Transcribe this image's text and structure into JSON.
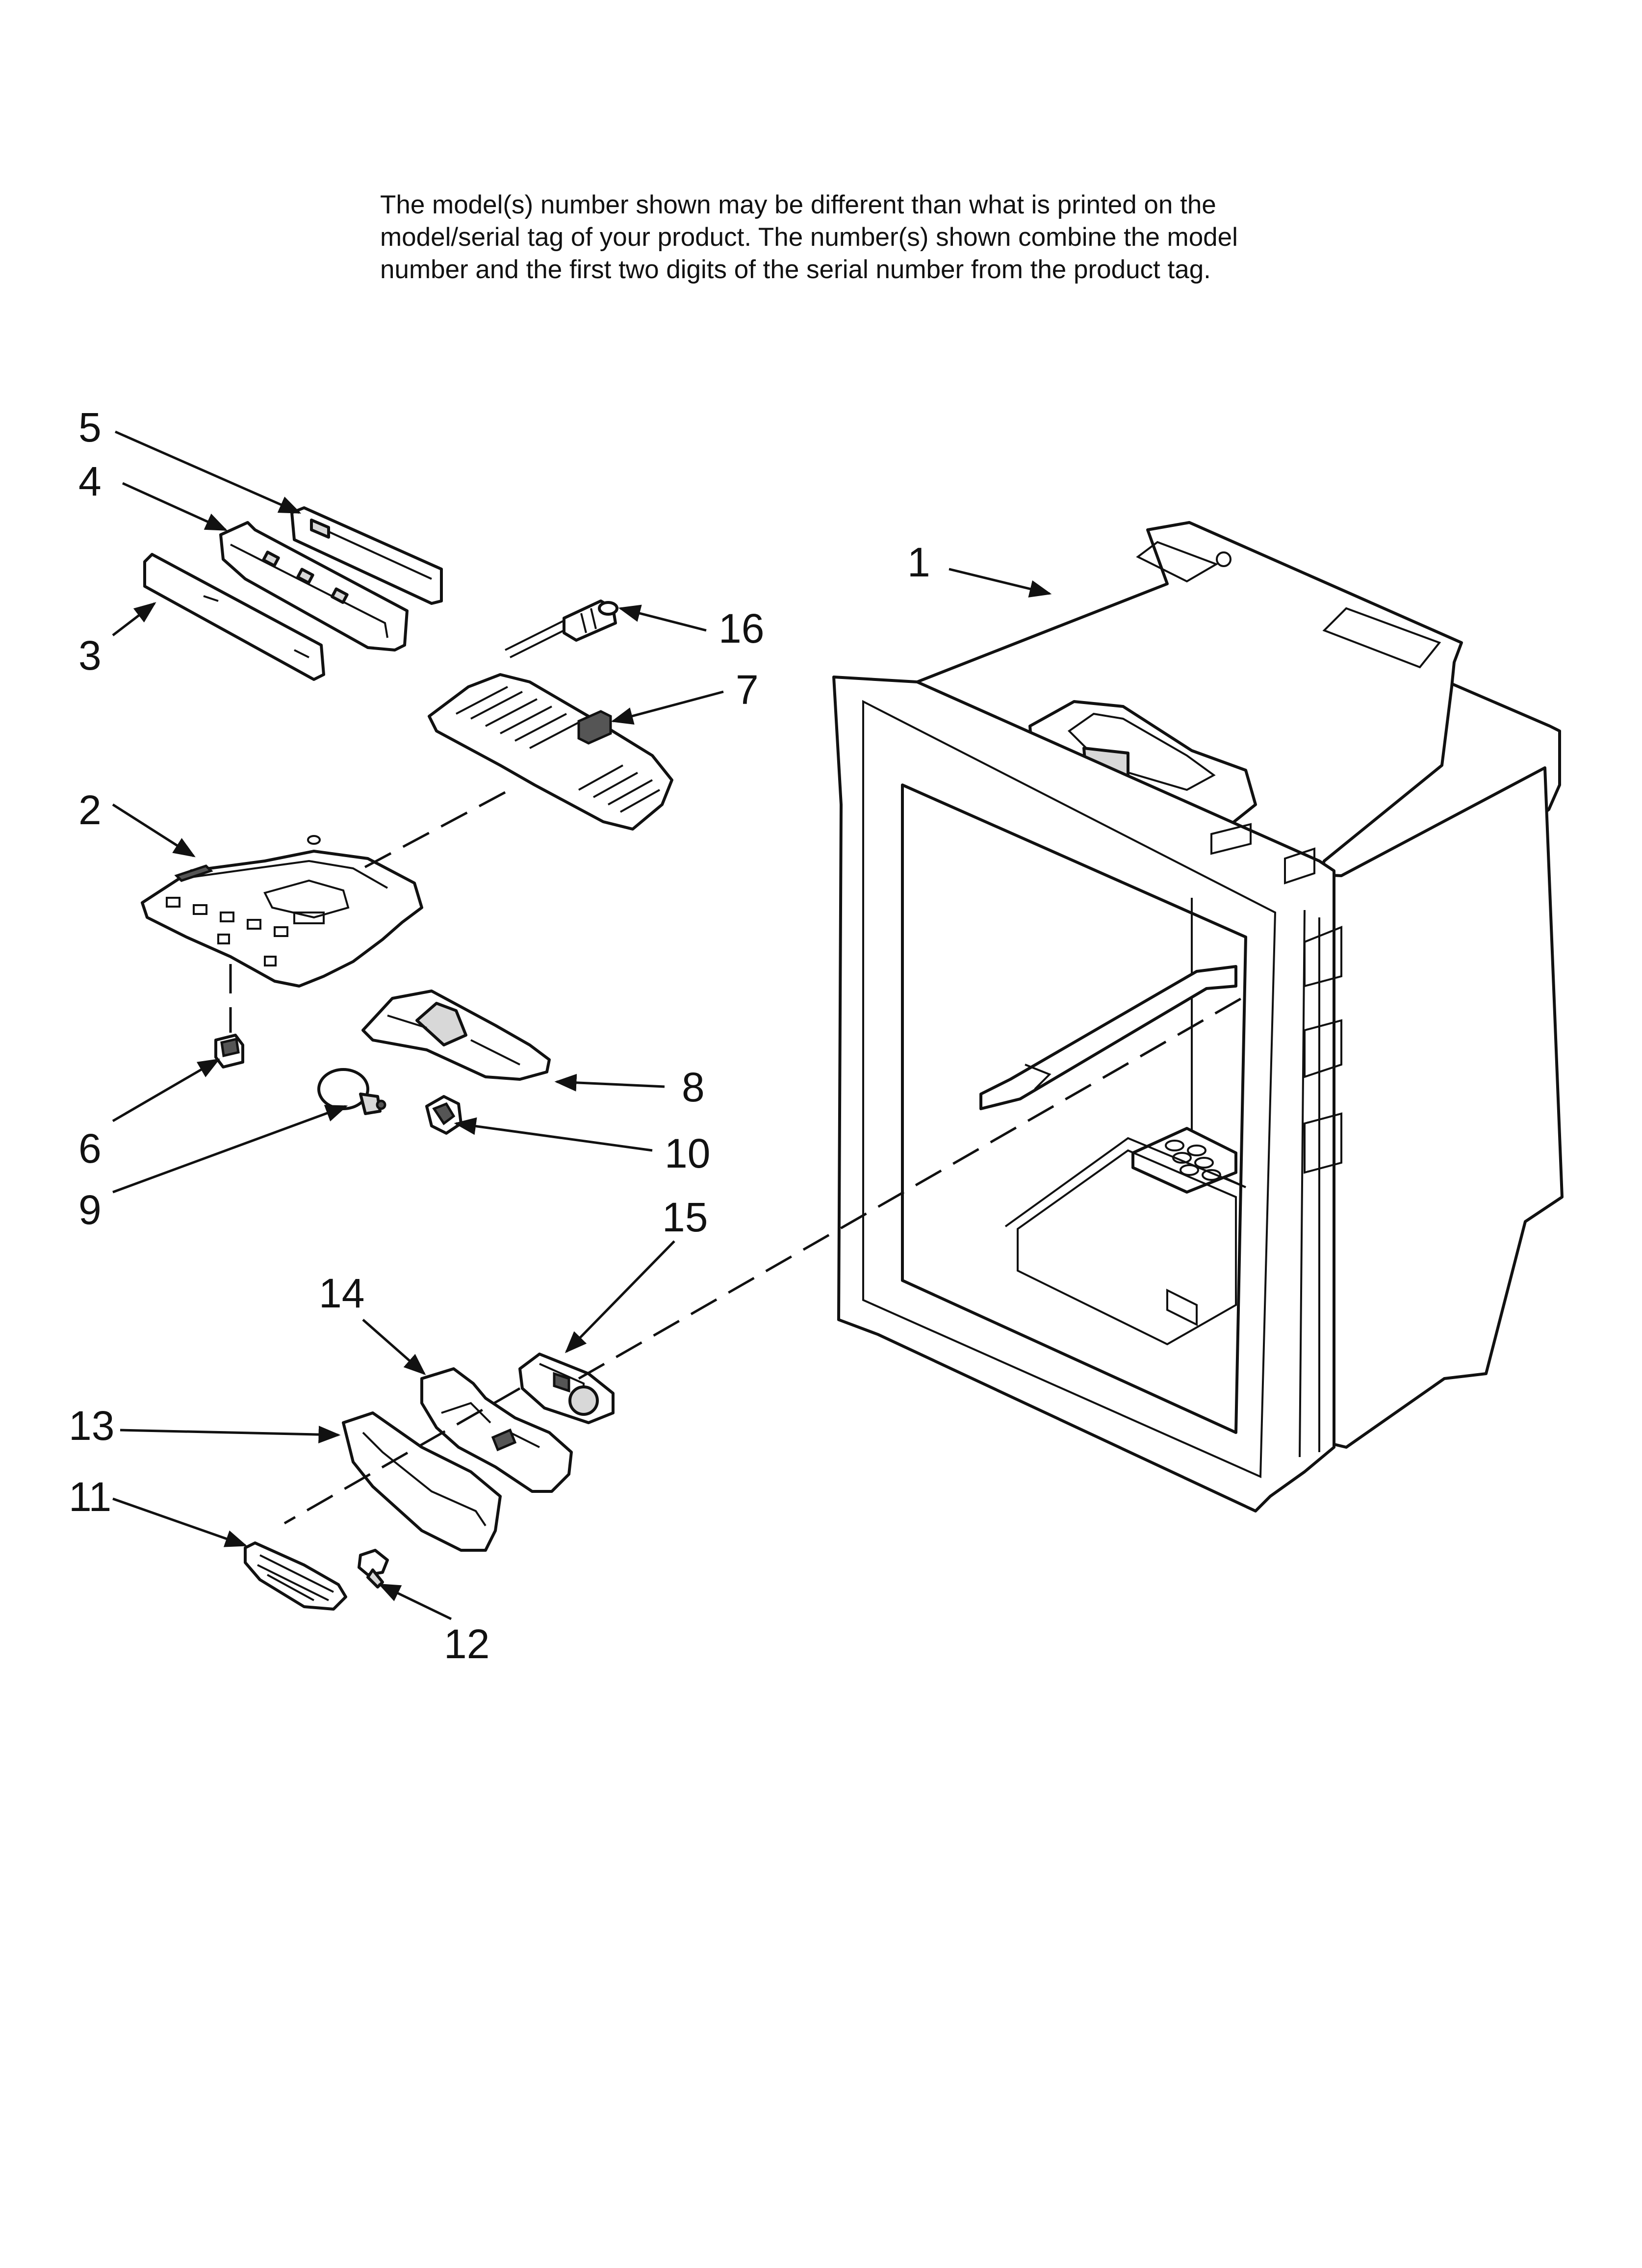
{
  "note": {
    "lines": [
      "The model(s) number shown may be different than what is printed on the",
      "model/serial tag of your product. The number(s) shown combine the model",
      "number and the first two digits of the serial number from the product tag."
    ]
  },
  "callouts": {
    "c1": "1",
    "c2": "2",
    "c3": "3",
    "c4": "4",
    "c5": "5",
    "c6": "6",
    "c7": "7",
    "c8": "8",
    "c9": "9",
    "c10": "10",
    "c11": "11",
    "c12": "12",
    "c13": "13",
    "c14": "14",
    "c15": "15",
    "c16": "16"
  }
}
